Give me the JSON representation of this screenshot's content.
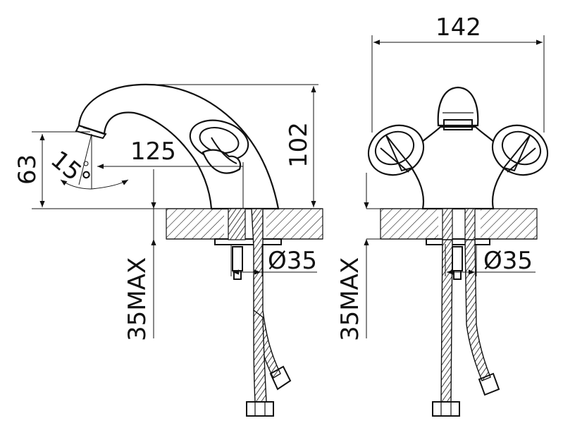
{
  "dimensions": {
    "spout_height": "63",
    "spout_angle": "15°",
    "spout_reach": "125",
    "overall_height": "102",
    "width": "142",
    "hole_diameter_left": "Ø35",
    "hole_diameter_right": "Ø35",
    "max_thickness_left": "35MAX",
    "max_thickness_right": "35MAX"
  }
}
